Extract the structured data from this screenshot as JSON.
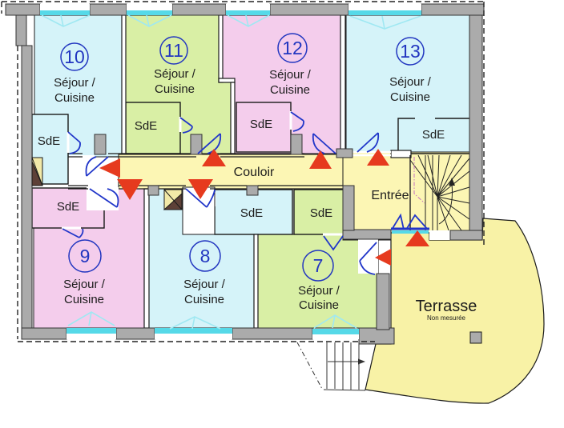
{
  "labels": {
    "sejour_line1": "Séjour /",
    "sejour_line2": "Cuisine",
    "sde": "SdE",
    "couloir": "Couloir",
    "entree": "Entrée",
    "terrasse": "Terrasse",
    "terrasse_note": "Non mesurée"
  },
  "apartments": [
    {
      "number": "10"
    },
    {
      "number": "11"
    },
    {
      "number": "12"
    },
    {
      "number": "13"
    },
    {
      "number": "9"
    },
    {
      "number": "8"
    },
    {
      "number": "7"
    }
  ],
  "colors": {
    "room_blue": "#d5f3f9",
    "room_green": "#d9efa5",
    "room_pink": "#f4cdec",
    "circulation_yellow": "#fcf6b4",
    "terrace_yellow": "#f8f2a6",
    "wall_gray": "#ababab",
    "door_blue": "#2136c9",
    "marker_red": "#e63a1e",
    "window_cyan": "#56d9e8",
    "window_chevron": "#9fe8f2",
    "number_blue": "#2236c0",
    "duct_brown": "#5d4037",
    "duct_yellow": "#f2e9a8"
  }
}
